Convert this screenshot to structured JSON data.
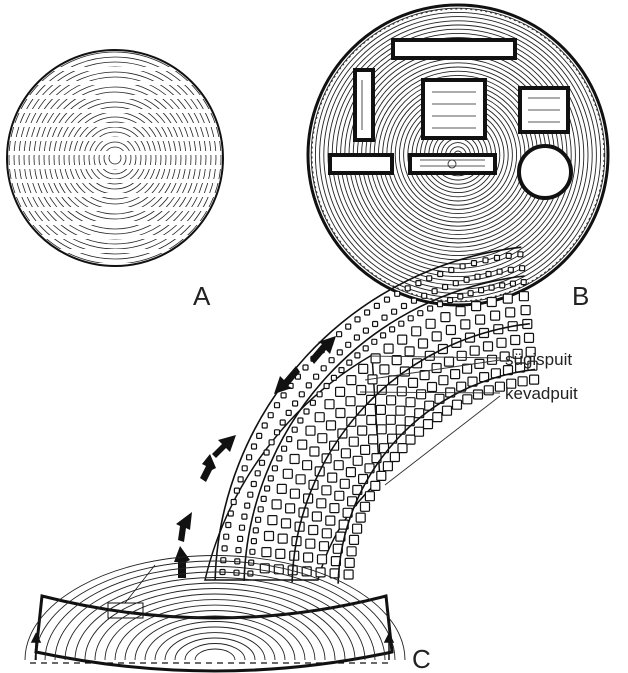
{
  "figure": {
    "panel_a": {
      "label": "A"
    },
    "panel_b": {
      "label": "B"
    },
    "panel_c": {
      "label": "C",
      "annotations": [
        "sügispuit",
        "kevadpuit"
      ]
    }
  },
  "colors": {
    "ink": "#111111",
    "paper": "#ffffff",
    "label": "#222222"
  }
}
